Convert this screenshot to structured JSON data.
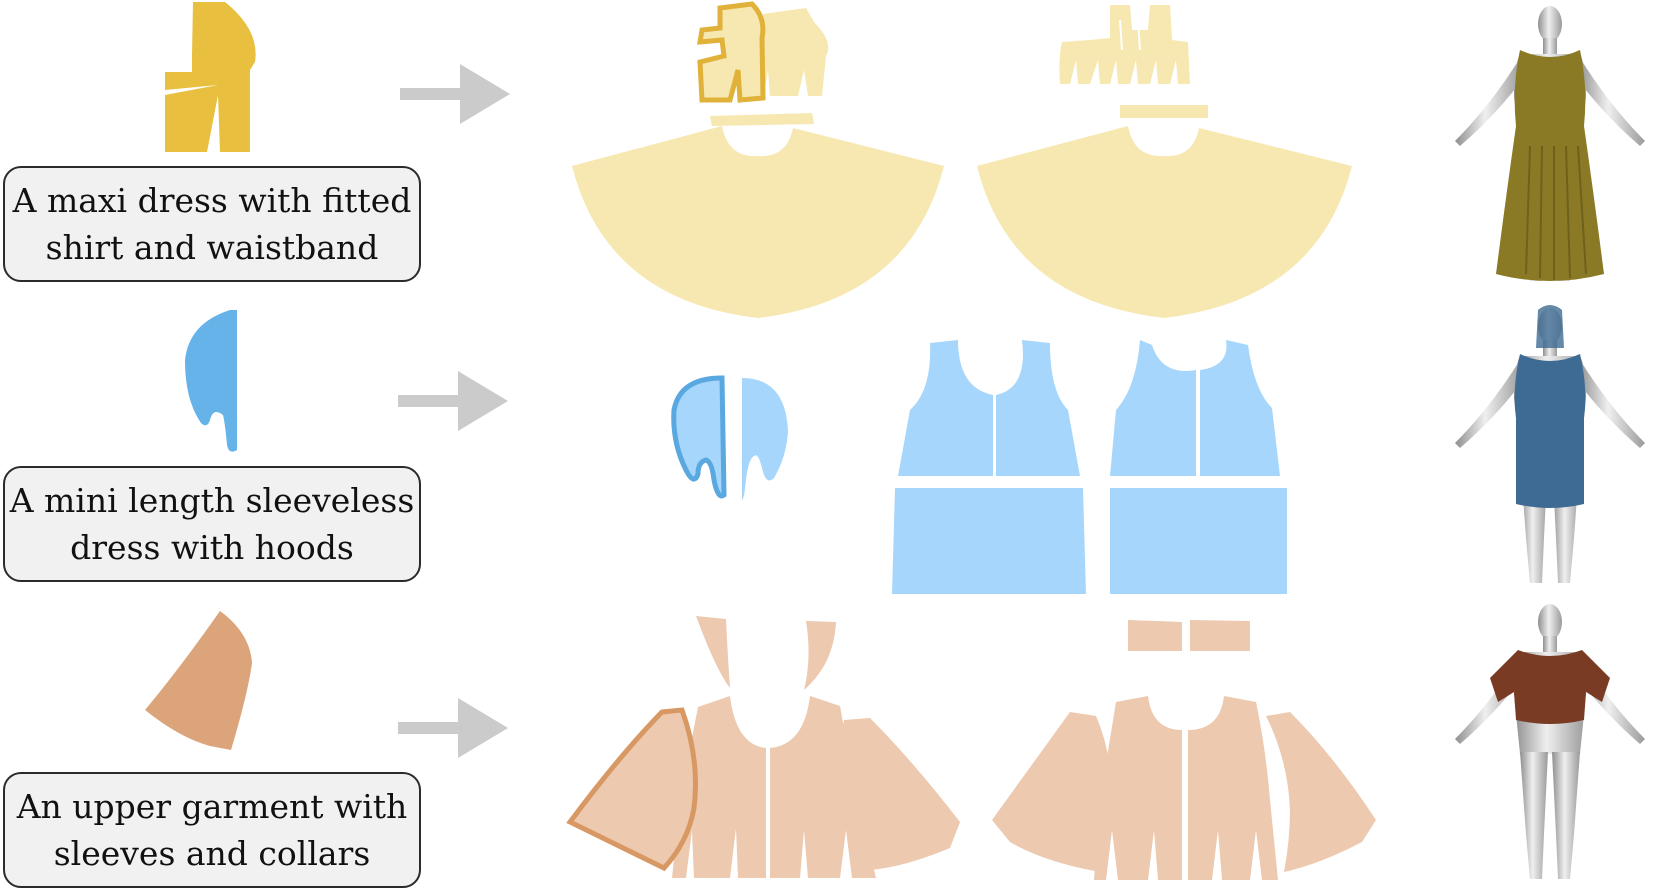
{
  "rows": [
    {
      "caption": "A maxi dress with fitted\nshirt and waistband",
      "color": "#e8bf3f",
      "light": "#f6e8b0"
    },
    {
      "caption": "A mini length sleeveless\ndress with hoods",
      "color": "#66b3ea",
      "light": "#a6d6fb"
    },
    {
      "caption": "An upper garment with\nsleeves and collars",
      "color": "#dba47a",
      "light": "#ecc9af"
    }
  ],
  "arrow_color": "#cbcbcb",
  "mannequin_color": "#b9b9b9",
  "garment_colors": [
    "#8a7a26",
    "#3e6b93",
    "#7a3b24"
  ]
}
